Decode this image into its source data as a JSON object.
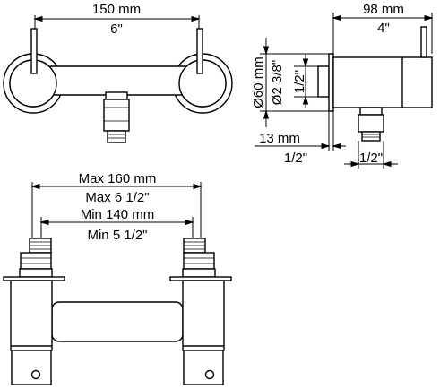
{
  "front_view": {
    "width_metric": "150 mm",
    "width_imperial": "6\""
  },
  "side_view": {
    "depth_metric": "98 mm",
    "depth_imperial": "4\"",
    "diameter_metric": "Ø60 mm",
    "diameter_imperial": "Ø2 3/8\"",
    "inlet_height": "1/2\"",
    "offset_metric": "13 mm",
    "offset_imperial": "1/2\"",
    "outlet_width": "1/2\""
  },
  "bottom_view": {
    "max_metric": "Max 160 mm",
    "max_imperial": "Max 6 1/2\"",
    "min_metric": "Min 140 mm",
    "min_imperial": "Min 5 1/2\""
  }
}
